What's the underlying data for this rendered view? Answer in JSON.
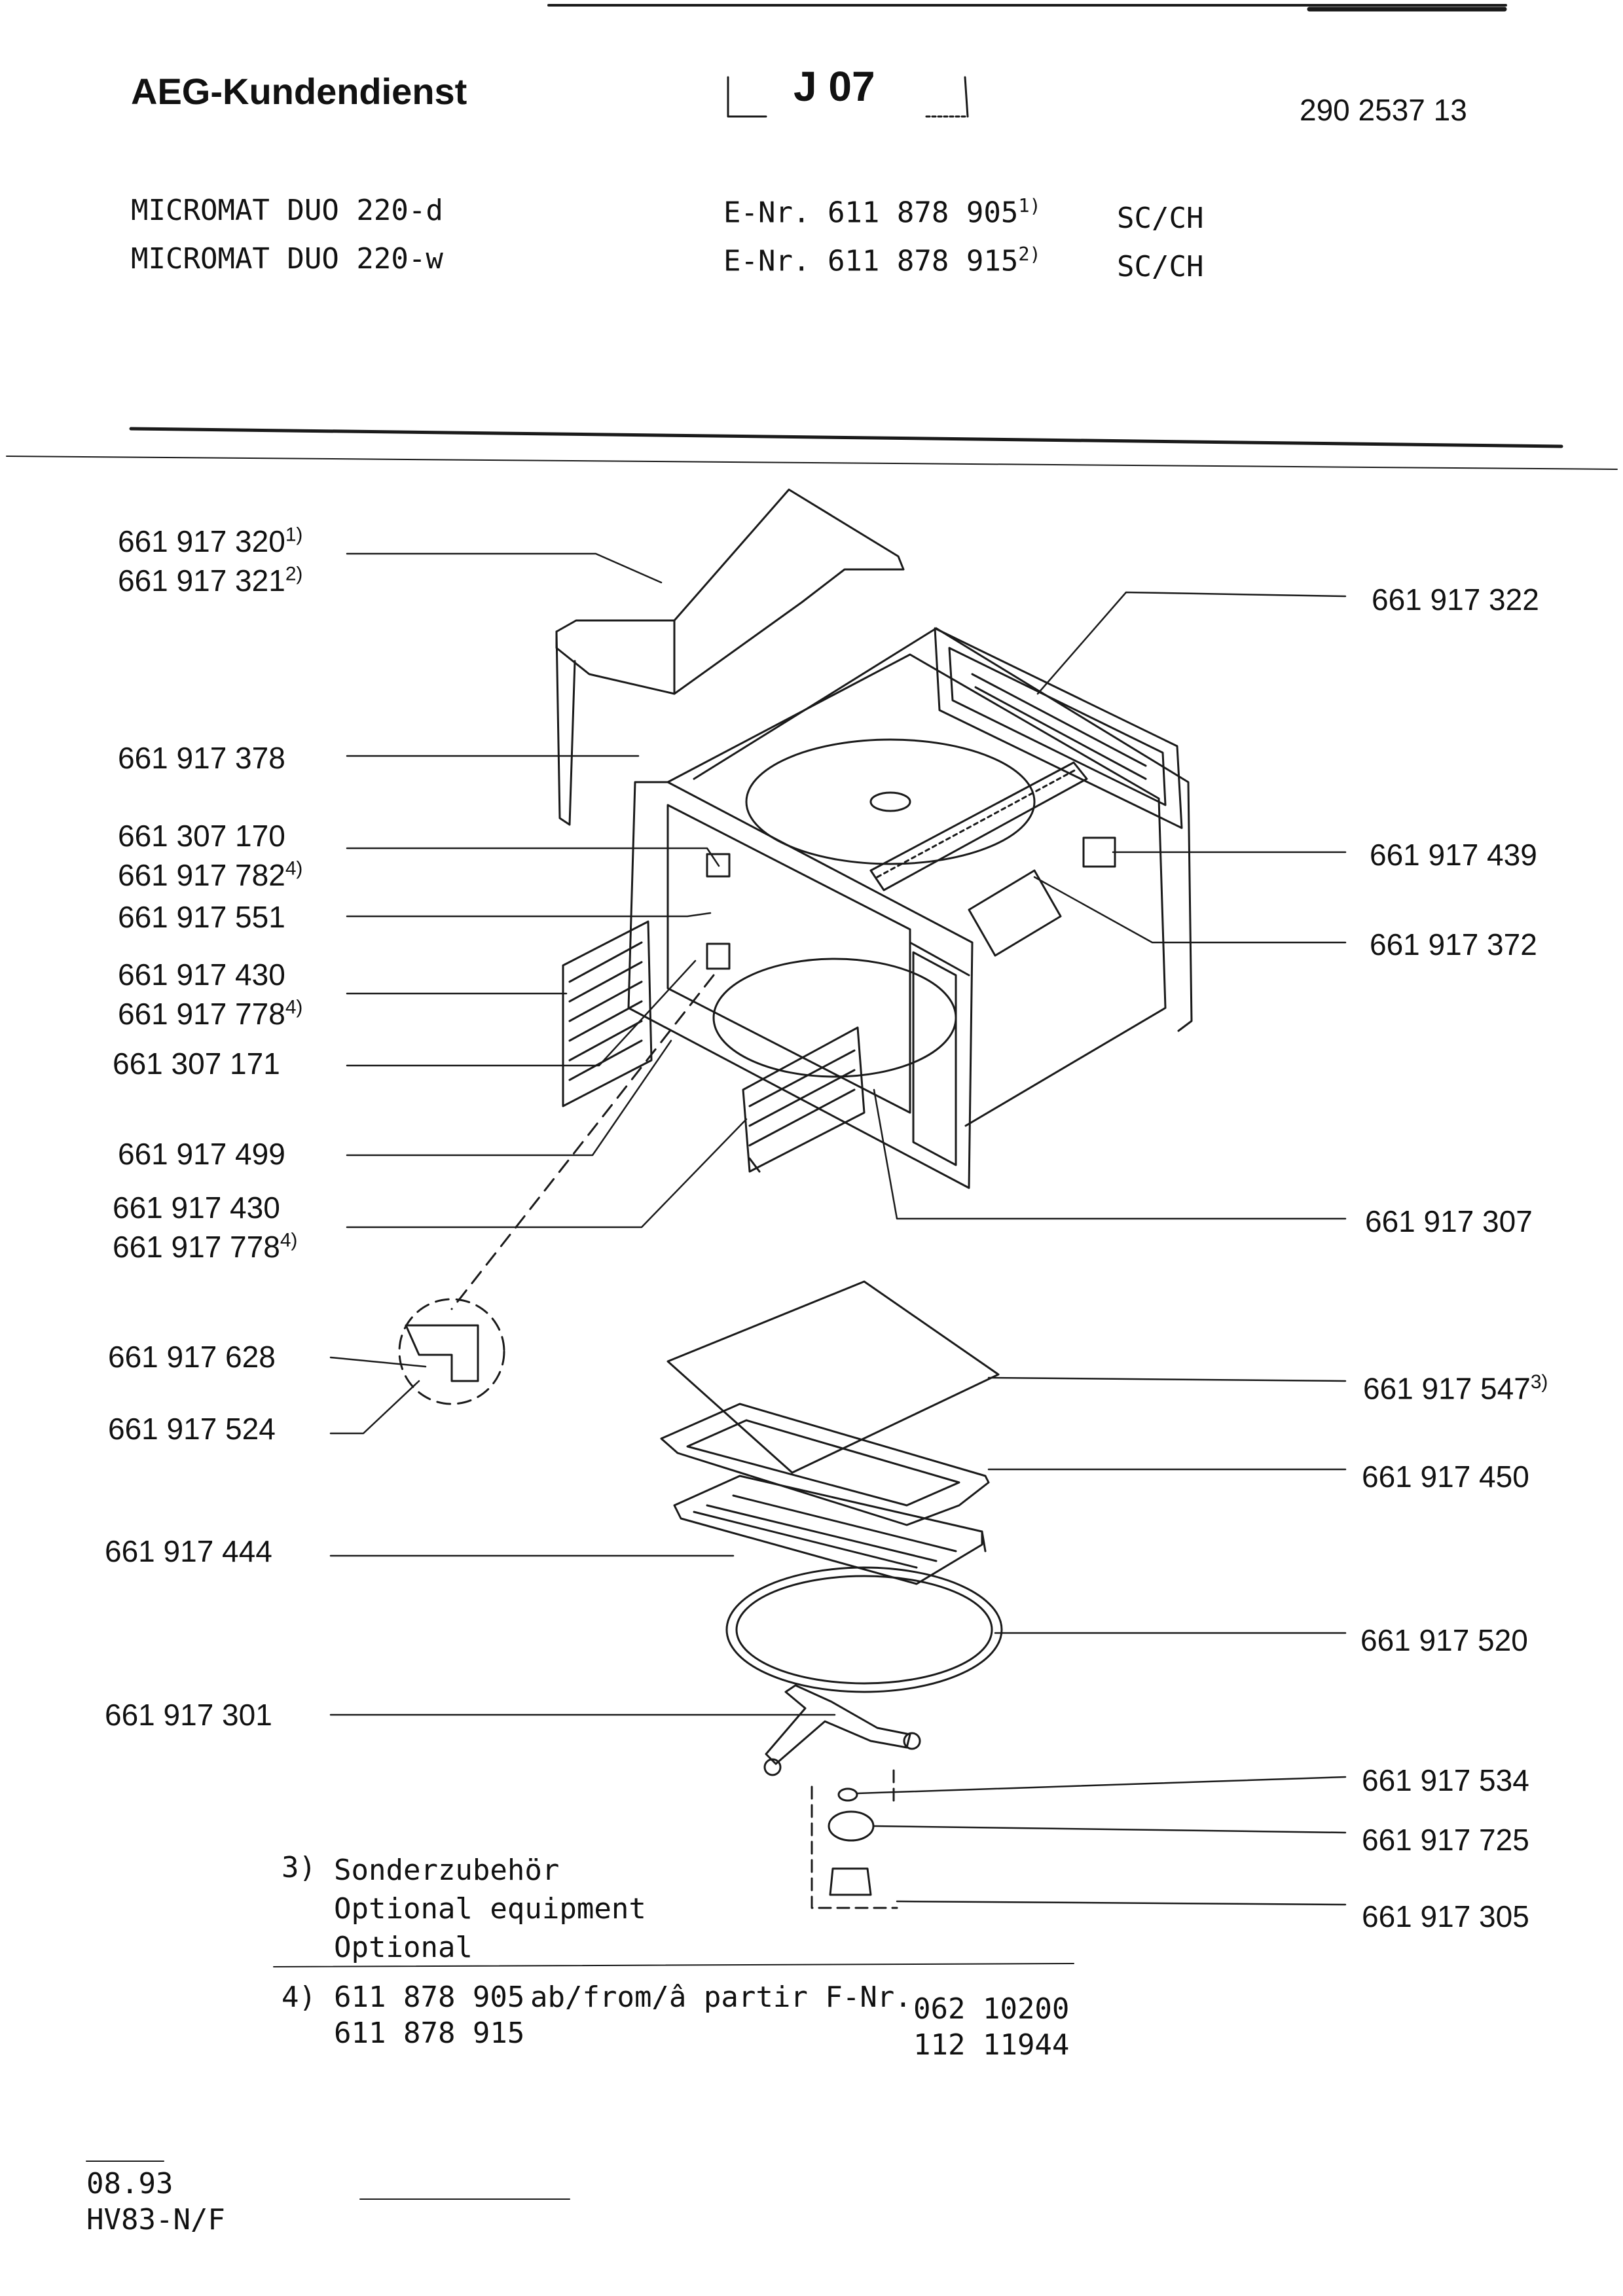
{
  "header": {
    "brand": "AEG-Kundendienst",
    "section_code": "J 07",
    "doc_number": "290 2537 13",
    "models": [
      {
        "name": "MICROMAT  DUO 220-d",
        "e_nr": "E-Nr. 611 878 905",
        "note_ref": "1)",
        "region": "SC/CH"
      },
      {
        "name": "MICROMAT  DUO 220-w",
        "e_nr": "E-Nr. 611 878 915",
        "note_ref": "2)",
        "region": "SC/CH"
      }
    ]
  },
  "parts_left": [
    {
      "lines": [
        "661 917 320",
        "661 917 321"
      ],
      "refs": [
        "1)",
        "2)"
      ]
    },
    {
      "lines": [
        "661 917 378"
      ],
      "refs": [
        ""
      ]
    },
    {
      "lines": [
        "661 307 170",
        "661 917 782"
      ],
      "refs": [
        "",
        "4)"
      ]
    },
    {
      "lines": [
        "661 917 551"
      ],
      "refs": [
        ""
      ]
    },
    {
      "lines": [
        "661 917 430",
        "661 917 778"
      ],
      "refs": [
        "",
        "4)"
      ]
    },
    {
      "lines": [
        "661 307 171"
      ],
      "refs": [
        ""
      ]
    },
    {
      "lines": [
        "661 917 499"
      ],
      "refs": [
        ""
      ]
    },
    {
      "lines": [
        "661 917 430",
        "661 917 778"
      ],
      "refs": [
        "",
        "4)"
      ]
    },
    {
      "lines": [
        "661 917 628"
      ],
      "refs": [
        ""
      ]
    },
    {
      "lines": [
        "661 917 524"
      ],
      "refs": [
        ""
      ]
    },
    {
      "lines": [
        "661 917 444"
      ],
      "refs": [
        ""
      ]
    },
    {
      "lines": [
        "661 917 301"
      ],
      "refs": [
        ""
      ]
    }
  ],
  "parts_right": [
    {
      "label": "661 917 322",
      "ref": ""
    },
    {
      "label": "661 917 439",
      "ref": ""
    },
    {
      "label": "661 917 372",
      "ref": ""
    },
    {
      "label": "661 917 307",
      "ref": ""
    },
    {
      "label": "661 917 547",
      "ref": "3)"
    },
    {
      "label": "661 917 450",
      "ref": ""
    },
    {
      "label": "661 917 520",
      "ref": ""
    },
    {
      "label": "661 917 534",
      "ref": ""
    },
    {
      "label": "661 917 725",
      "ref": ""
    },
    {
      "label": "661 917 305",
      "ref": ""
    }
  ],
  "footnote3": {
    "mark": "3)",
    "lines": [
      "Sonderzubehör",
      "Optional equipment",
      "Optional"
    ]
  },
  "footnote4": {
    "mark": "4)",
    "rows": [
      {
        "model": "611 878 905",
        "text": "ab/from/â partir F-Nr.",
        "serial": "062 10200"
      },
      {
        "model": "611 878 915",
        "text": "",
        "serial": "112 11944"
      }
    ]
  },
  "footer": {
    "date": "08.93",
    "code": "HV83-N/F"
  }
}
